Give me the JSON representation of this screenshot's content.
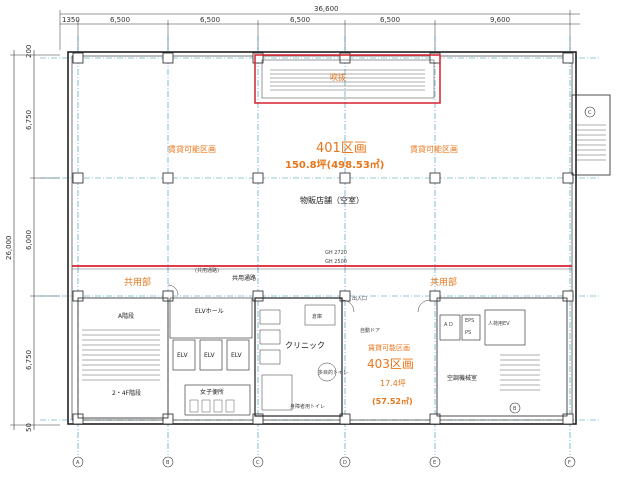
{
  "dimensions_top": {
    "total": "36,600",
    "left_offset": "1350",
    "bays": [
      "6,500",
      "6,500",
      "6,500",
      "6,500",
      "9,600"
    ]
  },
  "dimensions_left": {
    "total": "26,000",
    "top_offset": "200",
    "spans": [
      "6,750",
      "6,000",
      "6,750"
    ],
    "bottom_offset": "50"
  },
  "unit_401": {
    "name": "401区画",
    "area": "150.8坪(498.53㎡)",
    "leasable_left": "賃貸可能区画",
    "leasable_right": "賃貸可能区画",
    "current_use": "物販店舗（空室）",
    "stair_label": "吹抜"
  },
  "unit_403": {
    "leasable": "賃貸可能区画",
    "name": "403区画",
    "tsubo": "17.4坪",
    "sqm": "(57.52㎡)"
  },
  "common_left": "共用部",
  "common_right": "共用部",
  "corridor": "共用通路",
  "corridor_small": "(共用通路)",
  "rooms": {
    "stair_a": "A階段",
    "elv_hall": "ELVホール",
    "elv1": "ELV",
    "elv2": "ELV",
    "elv3": "ELV",
    "stairs_2_4": "2・4F階段",
    "womens_wc": "女子便所",
    "clinic": "クリニック",
    "disabled_wc": "多目的トイレ",
    "ac": "空調機械室",
    "pipe": "A D",
    "eps": "EPS",
    "ps": "PS",
    "stair_b": "人荷用EV",
    "shutter": "自動ドア",
    "storage": "倉庫",
    "wc_label": "身障者用トイレ",
    "door": "出入口"
  },
  "grid_labels": {
    "top": [
      "A",
      "B",
      "C",
      "D",
      "E",
      "F"
    ],
    "right_circle": "C",
    "bottom_circle": "B"
  },
  "notes": {
    "gh1": "GH 2720",
    "gh2": "GH 2500"
  },
  "colors": {
    "accent": "#e8761b",
    "line_red": "#d9212e",
    "grid": "#2a8fb5"
  }
}
